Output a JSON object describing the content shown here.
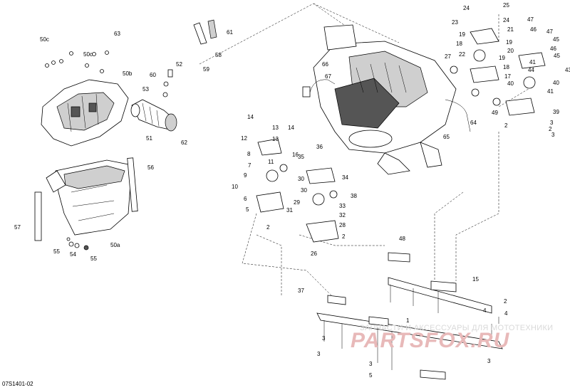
{
  "document": {
    "code": "07S1401-02"
  },
  "watermark": {
    "text": "ЗАПЧАСТИ И АКСЕССУАРЫ ДЛЯ МОТОТЕХНИКИ",
    "logo": "PARTSFOX.RU"
  },
  "callouts": [
    "24",
    "25",
    "24",
    "23",
    "19",
    "18",
    "22",
    "21",
    "20",
    "19",
    "27",
    "18",
    "19",
    "17",
    "45",
    "47",
    "46",
    "47",
    "46",
    "45",
    "44",
    "43",
    "41",
    "40",
    "41",
    "40",
    "39",
    "2",
    "3",
    "2",
    "3",
    "49",
    "64",
    "65",
    "66",
    "67",
    "61",
    "58",
    "52",
    "59",
    "60",
    "53",
    "51",
    "62",
    "50c",
    "50c",
    "63",
    "50b",
    "50a",
    "56",
    "57",
    "54",
    "55",
    "55",
    "14",
    "13",
    "12",
    "14",
    "13",
    "8",
    "7",
    "9",
    "10",
    "6",
    "5",
    "2",
    "11",
    "16",
    "36",
    "35",
    "30",
    "34",
    "38",
    "33",
    "30",
    "32",
    "31",
    "29",
    "28",
    "2",
    "26",
    "48",
    "15",
    "37",
    "1",
    "4",
    "4",
    "3",
    "3",
    "3",
    "3",
    "5",
    "2"
  ]
}
